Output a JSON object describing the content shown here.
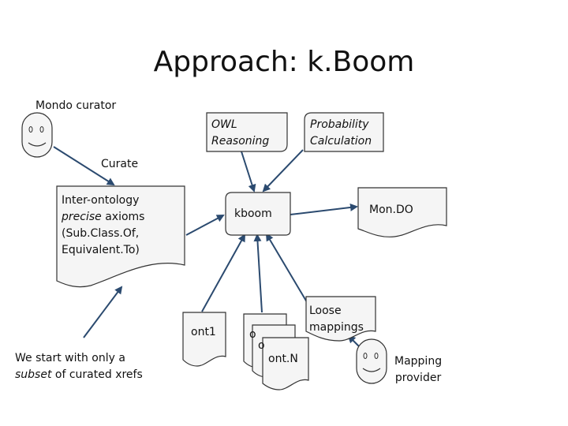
{
  "title": "Approach: k.Boom",
  "labels": {
    "mondo_curator": "Mondo curator",
    "curate": "Curate",
    "we_start_prefix": "We start with only a",
    "we_start_subset": "subset",
    "we_start_suffix": "of curated xrefs",
    "mapping_provider_line1": "Mapping",
    "mapping_provider_line2": "provider"
  },
  "boxes": {
    "owl_line1": "OWL",
    "owl_line2": "Reasoning",
    "prob_line1": "Probability",
    "prob_line2": "Calculation",
    "axioms_line1": "Inter-ontology",
    "axioms_line2_italic": "precise",
    "axioms_line2_rest": "axioms",
    "axioms_line3": "(Sub.Class.Of,",
    "axioms_line4": "Equivalent.To)",
    "kboom": "kboom",
    "mondo": "Mon.DO",
    "ont1": "ont1",
    "ontN": "ont.N",
    "ont_stack_peek": "o",
    "loose_line1": "Loose",
    "loose_line2": "mappings"
  },
  "colors": {
    "shape_fill": "#f5f5f5",
    "stroke": "#333333",
    "arrow": "#2b4a6f"
  }
}
